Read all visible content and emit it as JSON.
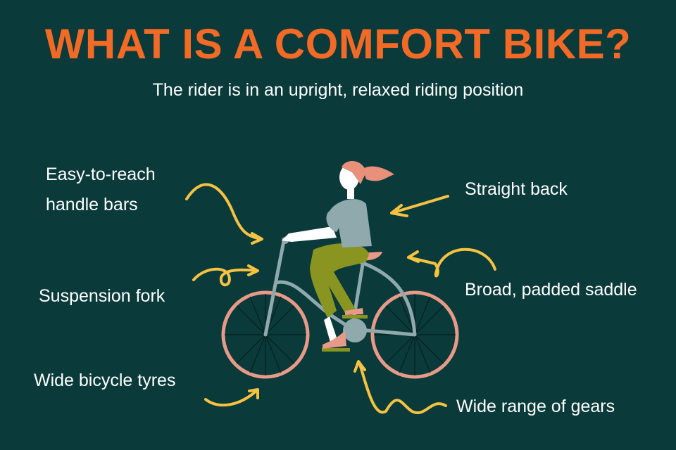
{
  "header": {
    "title": "WHAT IS A COMFORT BIKE?",
    "subtitle": "The rider is in an upright, relaxed riding position"
  },
  "labels": {
    "handle_bars_line1": "Easy-to-reach",
    "handle_bars_line2": "handle bars",
    "suspension_fork": "Suspension fork",
    "wide_tyres": "Wide bicycle tyres",
    "straight_back": "Straight back",
    "saddle": "Broad, padded saddle",
    "gears": "Wide range of gears"
  },
  "colors": {
    "background": "#0a3a3a",
    "title": "#f26a25",
    "text": "#ffffff",
    "arrows": "#f5c242",
    "tyres": "#e89a88",
    "frame": "#8fa9ad",
    "shirt": "#8fa9ad",
    "pants": "#8a9420",
    "hair": "#e8907a"
  }
}
